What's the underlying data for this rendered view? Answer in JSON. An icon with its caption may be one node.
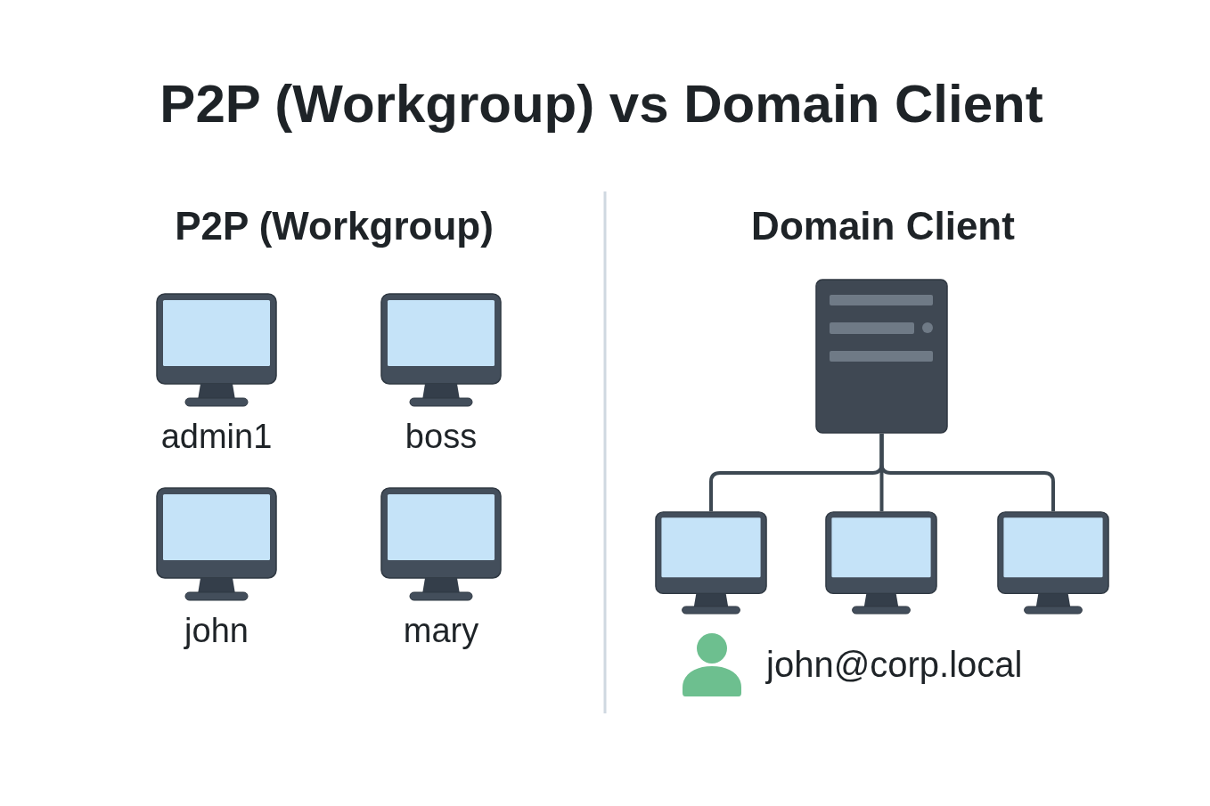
{
  "diagram": {
    "title": "P2P (Workgroup) vs Domain Client",
    "nodes": [
      {
        "text": [
          "admin1"
        ]
      },
      {
        "text": [
          "boss"
        ]
      },
      {
        "text": [
          "john"
        ]
      },
      {
        "text": [
          "mary"
        ]
      },
      {
        "text": [],
        "shape": "picture"
      },
      {
        "text": [],
        "shape": "picture"
      },
      {
        "text": [],
        "shape": "picture"
      },
      {
        "text": [],
        "shape": "picture"
      },
      {
        "text": [],
        "shape": "person",
        "beside": [
          "john@corp.local"
        ]
      }
    ],
    "edges": [
      {
        "from": 4,
        "to": 5,
        "arrow": "none"
      },
      {
        "from": 4,
        "to": 6,
        "arrow": "none"
      },
      {
        "from": 4,
        "to": 7,
        "arrow": "none"
      }
    ],
    "labels": [
      "P2P (Workgroup)",
      "Domain Client"
    ]
  }
}
